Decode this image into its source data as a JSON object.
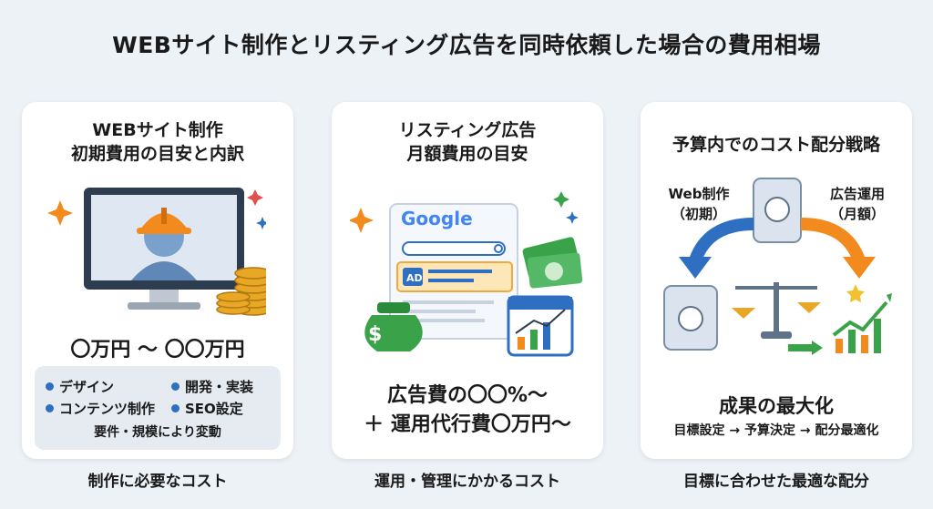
{
  "title": "WEBサイト制作とリスティング広告を同時依頼した場合の費用相場",
  "cards": [
    {
      "heading_line1": "WEBサイト制作",
      "heading_line2": "初期費用の目安と内訳",
      "price": "〇万円 〜 〇〇万円",
      "items": [
        "デザイン",
        "開発・実装",
        "コンテンツ制作",
        "SEO設定"
      ],
      "note": "要件・規模により変動",
      "caption": "制作に必要なコスト"
    },
    {
      "heading_line1": "リスティング広告",
      "heading_line2": "月額費用の目安",
      "logo_text": "Google",
      "ad_badge": "AD",
      "price_line1": "広告費の〇〇%〜",
      "price_line2": "＋ 運用代行費〇万円〜",
      "caption": "運用・管理にかかるコスト"
    },
    {
      "heading": "予算内でのコスト配分戦略",
      "left_label_line1": "Web制作",
      "left_label_line2": "（初期）",
      "right_label_line1": "広告運用",
      "right_label_line2": "（月額）",
      "result": "成果の最大化",
      "flow": "目標設定 → 予算決定 → 配分最適化",
      "caption": "目標に合わせた最適な配分"
    }
  ],
  "colors": {
    "accent_blue": "#2f6fc1",
    "orange": "#f28a1e",
    "green": "#3aa34a",
    "gold": "#e8a826"
  }
}
